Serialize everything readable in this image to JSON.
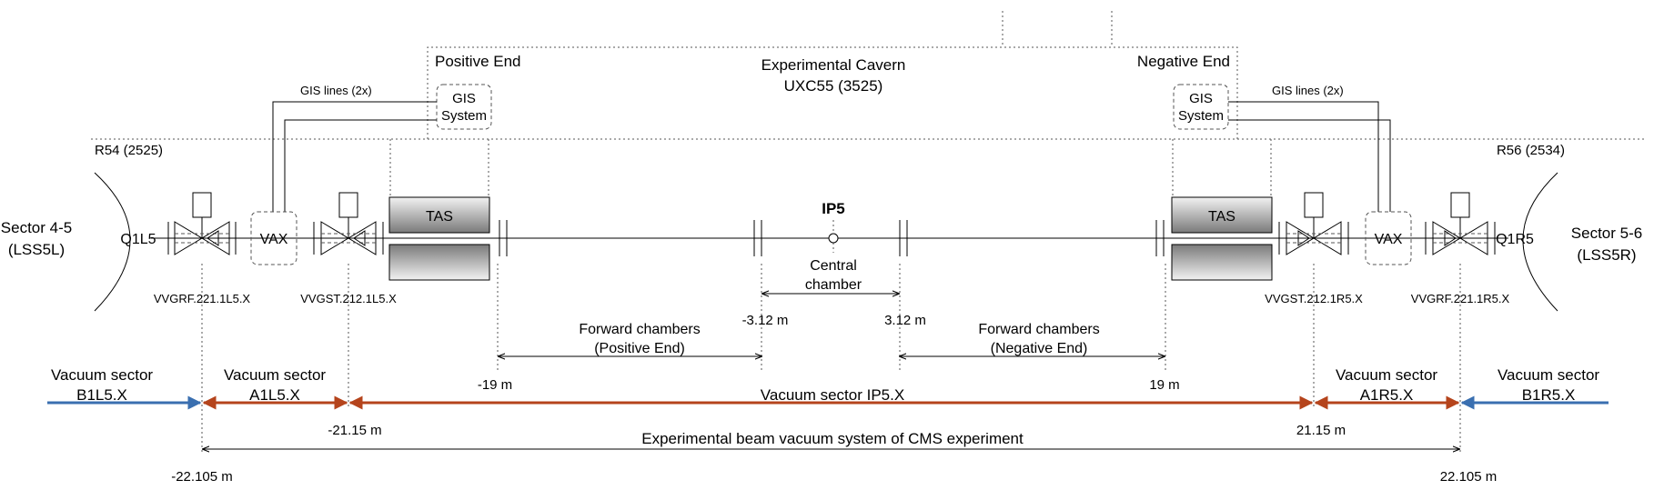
{
  "cavern": {
    "title": "Experimental Cavern",
    "code": "UXC55 (3525)"
  },
  "positive_end": "Positive End",
  "negative_end": "Negative End",
  "gis": {
    "lines_label": "GIS lines (2x)",
    "system_line1": "GIS",
    "system_line2": "System"
  },
  "rooms": {
    "left": "R54 (2525)",
    "right": "R56 (2534)"
  },
  "sectors": {
    "left_line1": "Sector 4-5",
    "left_line2": "(LSS5L)",
    "right_line1": "Sector 5-6",
    "right_line2": "(LSS5R)"
  },
  "magnets": {
    "left": "Q1L5",
    "right": "Q1R5"
  },
  "vax": "VAX",
  "tas": "TAS",
  "ip": "IP5",
  "central_chamber": {
    "line1": "Central",
    "line2": "chamber"
  },
  "valves": {
    "left_outer": "VVGRF.221.1L5.X",
    "left_inner": "VVGST.212.1L5.X",
    "right_inner": "VVGST.212.1R5.X",
    "right_outer": "VVGRF.221.1R5.X"
  },
  "forward": {
    "positive_line1": "Forward chambers",
    "positive_line2": "(Positive End)",
    "negative_line1": "Forward chambers",
    "negative_line2": "(Negative End)"
  },
  "distances": {
    "m312_neg": "-3.12 m",
    "m312_pos": "3.12 m",
    "m19_neg": "-19 m",
    "m19_pos": "19 m",
    "m2115_neg": "-21.15 m",
    "m2115_pos": "21.15 m",
    "m22105_neg": "-22.105 m",
    "m22105_pos": "22.105 m"
  },
  "vacuum_sectors": {
    "b1l5_line1": "Vacuum sector",
    "b1l5_line2": "B1L5.X",
    "a1l5_line1": "Vacuum sector",
    "a1l5_line2": "A1L5.X",
    "ip5": "Vacuum sector IP5.X",
    "a1r5_line1": "Vacuum sector",
    "a1r5_line2": "A1R5.X",
    "b1r5_line1": "Vacuum sector",
    "b1r5_line2": "B1R5.X"
  },
  "system_label": "Experimental beam vacuum system of CMS experiment",
  "colors": {
    "blue_arrow": "#3a6fb0",
    "red_arrow": "#b5441c"
  }
}
